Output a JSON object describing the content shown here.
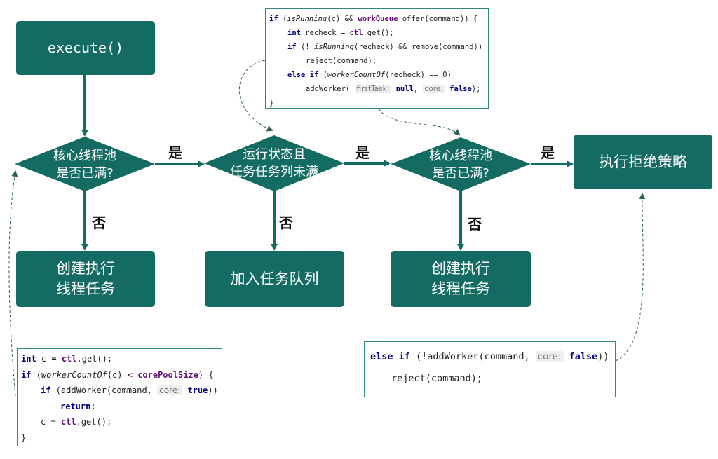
{
  "nodes": {
    "execute": "execute()",
    "create_core_line1": "创建执行",
    "create_core_line2": "线程任务",
    "enqueue": "加入任务队列",
    "create_nonc_line1": "创建执行",
    "create_nonc_line2": "线程任务",
    "reject_policy": "执行拒绝策略"
  },
  "decisions": {
    "core_full_line1": "核心线程池",
    "core_full_line2": "是否已满?",
    "running_line1": "运行状态且",
    "running_line2": "任务任务列未满",
    "pool_full_line1": "核心线程池",
    "pool_full_line2": "是否已满?"
  },
  "edge_labels": {
    "yes": "是",
    "no": "否"
  },
  "code_top": {
    "l1_if": "if",
    "l1_a": " (",
    "l1_isRunning": "isRunning",
    "l1_b": "(c) && ",
    "l1_workQueue": "workQueue",
    "l1_c": ".offer(command)) {",
    "l2_int": "int",
    "l2_a": " recheck = ",
    "l2_ctl": "ctl",
    "l2_b": ".get();",
    "l3_if": "if",
    "l3_a": " (! ",
    "l3_isRunning": "isRunning",
    "l3_b": "(recheck) && remove(command))",
    "l4": "reject(command);",
    "l5_else": "else if",
    "l5_a": " (",
    "l5_wc": "workerCountOf",
    "l5_b": "(recheck) == 0)",
    "l6_a": "addWorker( ",
    "l6_hint1": "firstTask:",
    "l6_null": "null",
    "l6_b": ", ",
    "l6_hint2": "core:",
    "l6_false": "false",
    "l6_c": ");",
    "l7": "}"
  },
  "code_left": {
    "l1_int": "int",
    "l1_a": " c = ",
    "l1_ctl": "ctl",
    "l1_b": ".get();",
    "l2_if": "if",
    "l2_a": " (",
    "l2_wc": "workerCountOf",
    "l2_b": "(c) < ",
    "l2_core": "corePoolSize",
    "l2_c": ") {",
    "l3_if": "if",
    "l3_a": " (addWorker(command, ",
    "l3_hint": "core:",
    "l3_true": "true",
    "l3_b": "))",
    "l4_return": "return",
    "l4_a": ";",
    "l5_a": "c = ",
    "l5_ctl": "ctl",
    "l5_b": ".get();",
    "l6": "}"
  },
  "code_right": {
    "l1_else": "else if",
    "l1_a": " (!addWorker(command, ",
    "l1_hint": "core:",
    "l1_false": "false",
    "l1_b": "))",
    "l2": "reject(command);"
  },
  "colors": {
    "node_fill": "#146b62",
    "arrow": "#146b62",
    "code_border": "#2f8a7e"
  }
}
